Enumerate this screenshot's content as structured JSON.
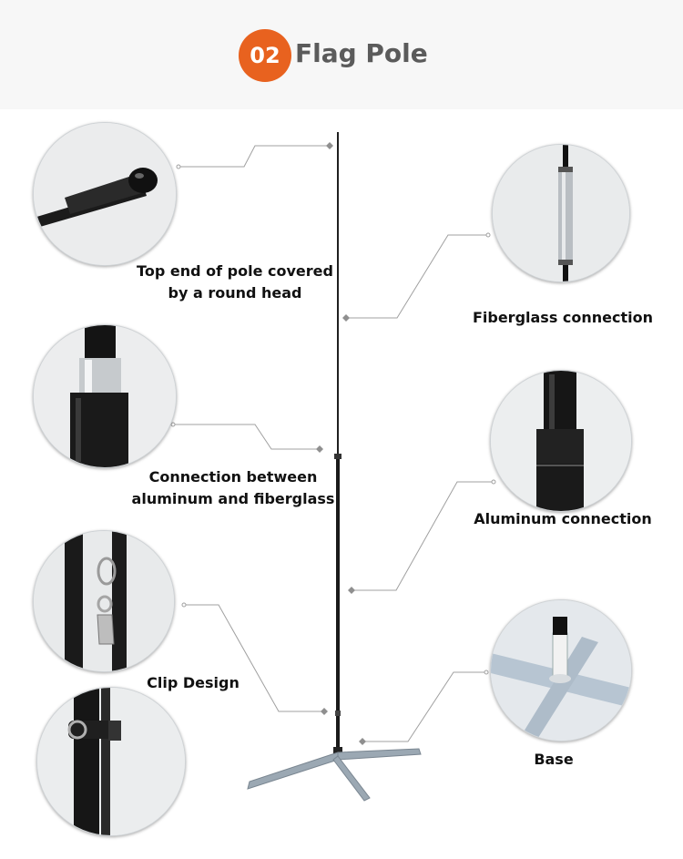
{
  "header": {
    "badge": "02",
    "title": "Flag Pole"
  },
  "labels": {
    "top_end_line1": "Top end of pole covered",
    "top_end_line2": "by a round head",
    "fiberglass_connection": "Fiberglass connection",
    "alu_fiber_line1": "Connection between",
    "alu_fiber_line2": "aluminum and fiberglass",
    "aluminum_connection": "Aluminum  connection",
    "clip_design": "Clip Design",
    "base": "Base"
  },
  "colors": {
    "accent": "#e8621f",
    "title": "#5b5b5b",
    "pole": "#1a1a1a",
    "base": "#9ba8b3",
    "leader": "#9a9a9a"
  }
}
